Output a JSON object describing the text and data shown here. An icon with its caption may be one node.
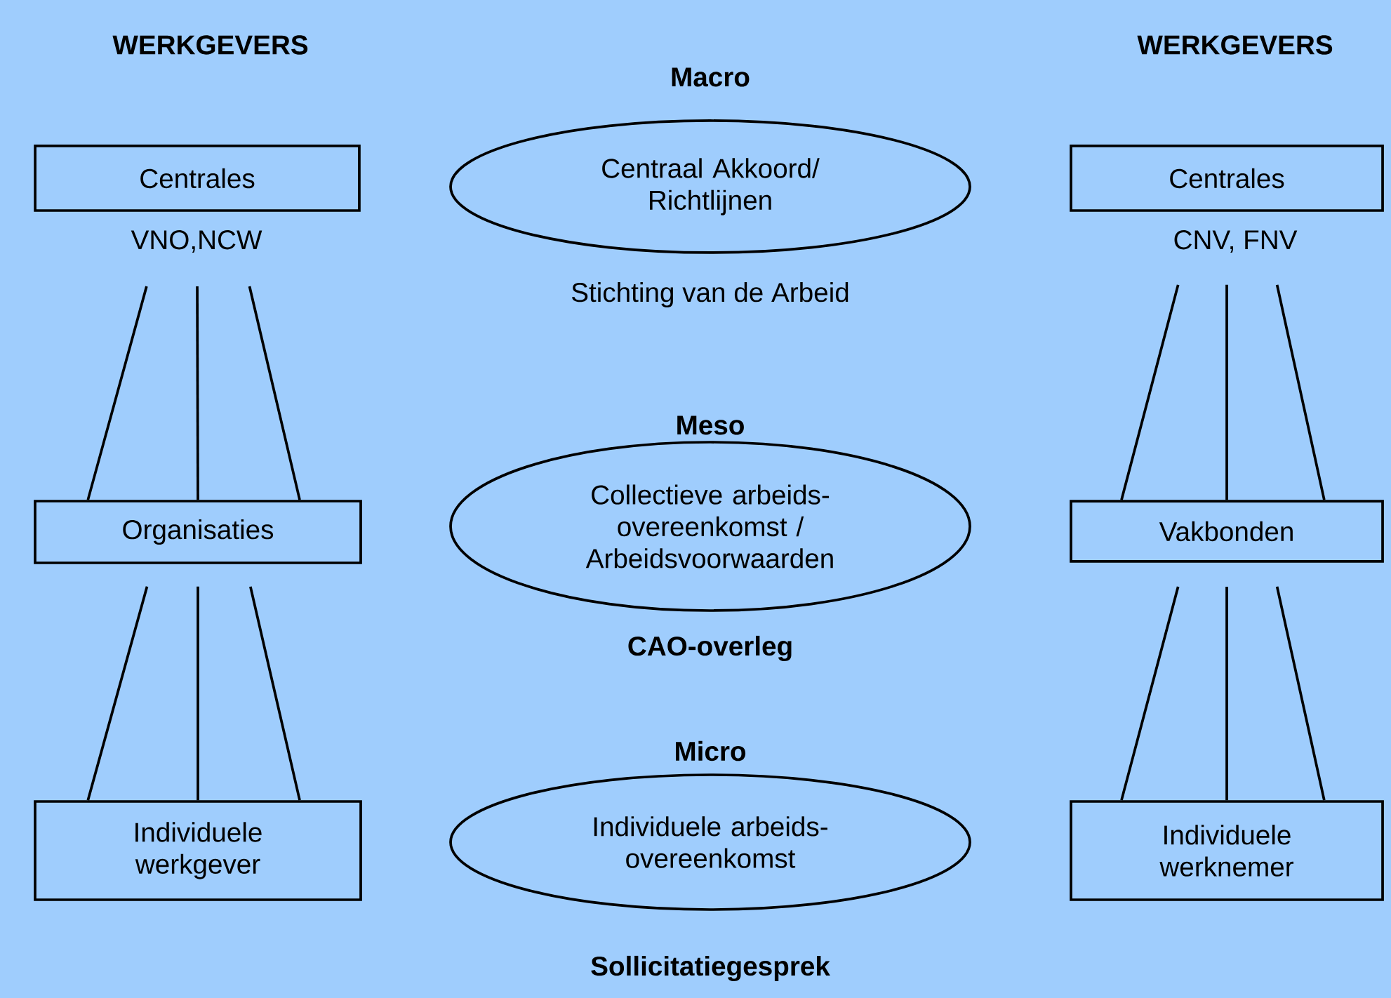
{
  "diagram": {
    "nodes": [
      {
        "text": [
          "Centrales"
        ],
        "beside": [
          "VNO,NCW"
        ]
      },
      {
        "text": [
          "Centraal Akkoord/ Richtlijnen"
        ]
      },
      {
        "text": [
          "Centrales"
        ],
        "beside": [
          "CNV, FNV"
        ]
      },
      {
        "text": [
          "Organisaties"
        ]
      },
      {
        "text": [
          "Collectieve arbeids- overeenkomst / Arbeidsvoorwaarden"
        ]
      },
      {
        "text": [
          "Vakbonden"
        ]
      },
      {
        "text": [
          "Individuele werkgever"
        ]
      },
      {
        "text": [
          "Individuele arbeids- overeenkomst"
        ]
      },
      {
        "text": [
          "Individuele werknemer"
        ]
      }
    ],
    "edges": [
      {
        "from": 0,
        "to": 3,
        "arrow": "none"
      },
      {
        "from": 0,
        "to": 3,
        "arrow": "none"
      },
      {
        "from": 0,
        "to": 3,
        "arrow": "none"
      },
      {
        "from": 2,
        "to": 5,
        "arrow": "none"
      },
      {
        "from": 2,
        "to": 5,
        "arrow": "none"
      },
      {
        "from": 2,
        "to": 5,
        "arrow": "none"
      },
      {
        "from": 3,
        "to": 6,
        "arrow": "none"
      },
      {
        "from": 3,
        "to": 6,
        "arrow": "none"
      },
      {
        "from": 3,
        "to": 6,
        "arrow": "none"
      },
      {
        "from": 5,
        "to": 8,
        "arrow": "none"
      },
      {
        "from": 5,
        "to": 8,
        "arrow": "none"
      },
      {
        "from": 5,
        "to": 8,
        "arrow": "none"
      }
    ],
    "labels": [
      "WERKGEVERS",
      "Macro",
      "WERKGEVERS",
      "Stichting van de Arbeid",
      "Meso",
      "CAO-overleg",
      "Micro",
      "Sollicitatiegesprek"
    ]
  }
}
